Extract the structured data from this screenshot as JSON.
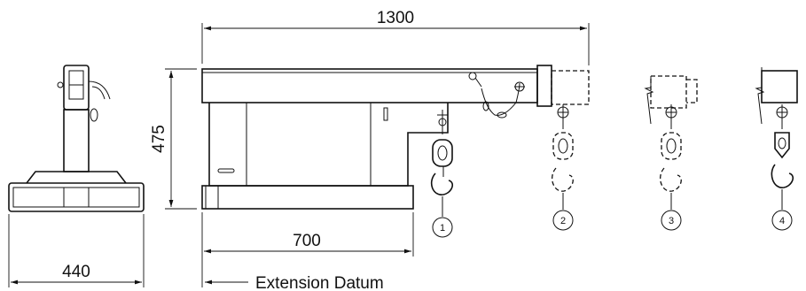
{
  "dimensions": {
    "overall_length": "1300",
    "height": "475",
    "base_length": "700",
    "base_width": "440"
  },
  "labels": {
    "extension_datum": "Extension Datum"
  },
  "hook_positions": [
    "1",
    "2",
    "3",
    "4"
  ]
}
